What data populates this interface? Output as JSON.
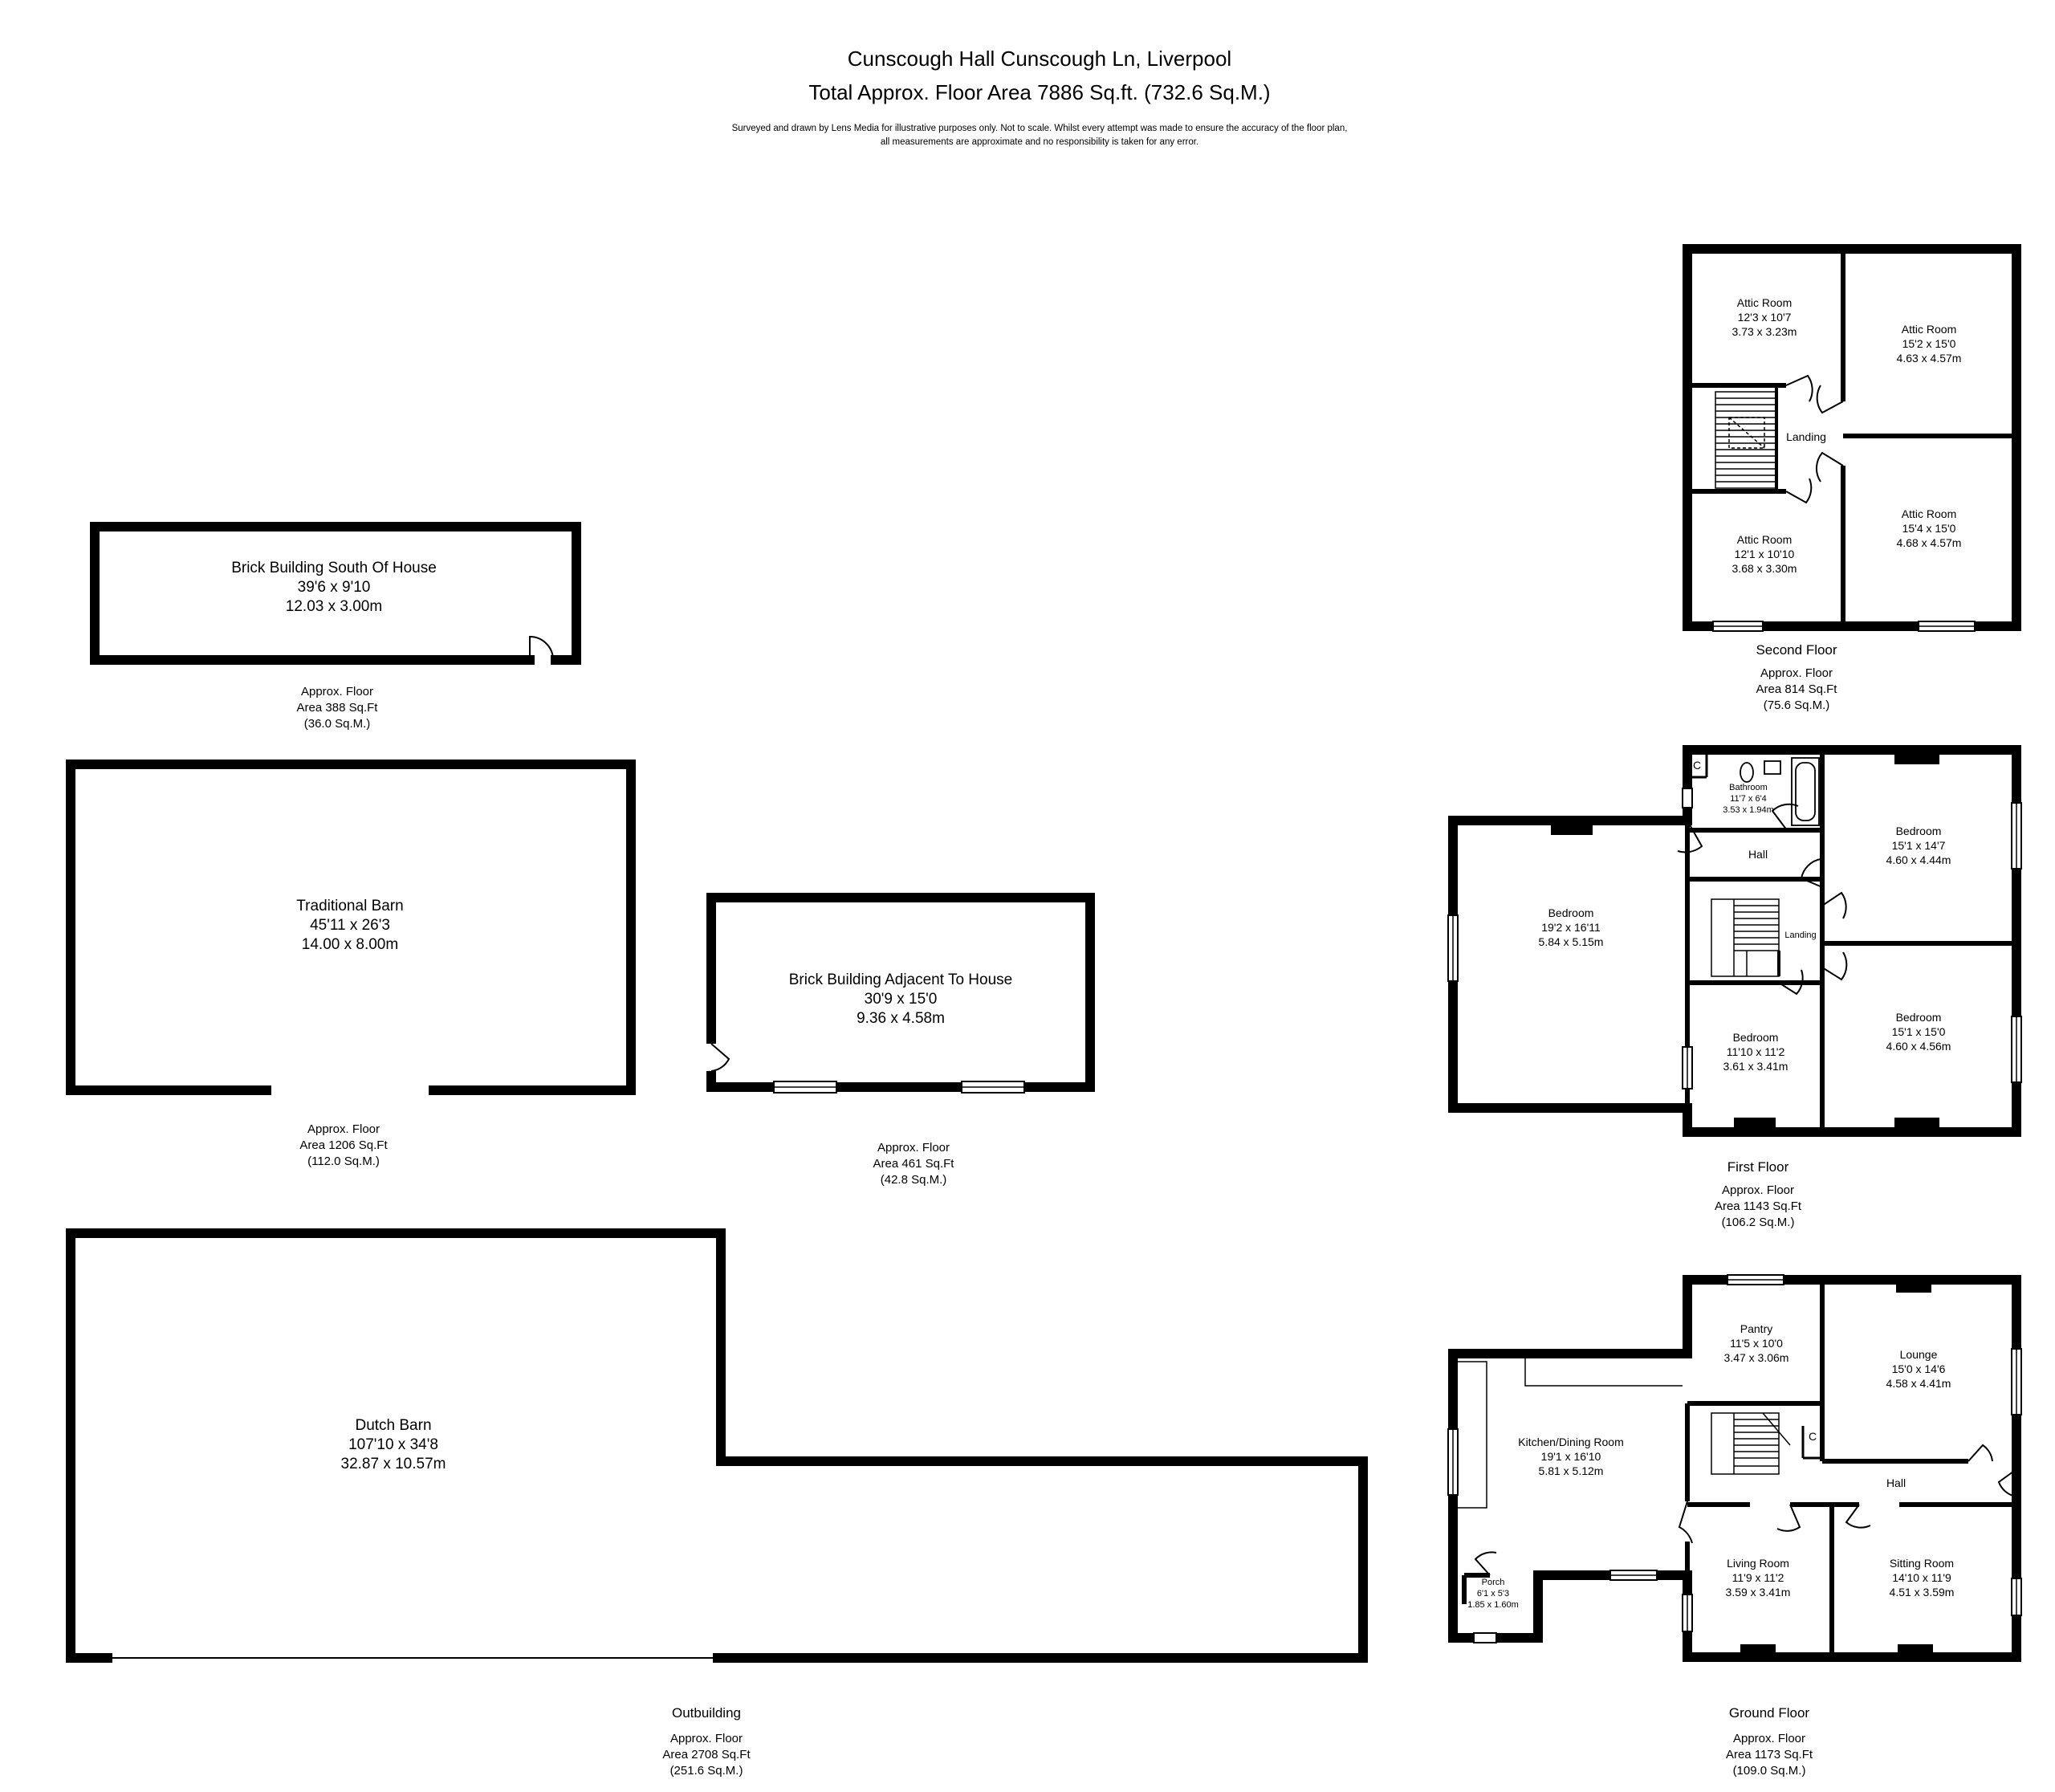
{
  "header": {
    "title_line1": "Cunscough Hall Cunscough Ln, Liverpool",
    "title_line2": "Total Approx. Floor Area 7886 Sq.ft. (732.6 Sq.M.)",
    "disclaimer_line1": "Surveyed and drawn by Lens Media for illustrative purposes only. Not to scale. Whilst every attempt was made to ensure the accuracy of the floor plan,",
    "disclaimer_line2": "all measurements are approximate and no responsibility is taken for any error."
  },
  "outbuildings": {
    "brick_south": {
      "name": "Brick Building South Of House",
      "imperial": "39'6 x 9'10",
      "metric": "12.03 x 3.00m"
    },
    "brick_south_area": {
      "line1": "Approx. Floor",
      "line2": "Area 388 Sq.Ft",
      "line3": "(36.0 Sq.M.)"
    },
    "traditional_barn": {
      "name": "Traditional Barn",
      "imperial": "45'11 x 26'3",
      "metric": "14.00 x 8.00m"
    },
    "traditional_barn_area": {
      "line1": "Approx. Floor",
      "line2": "Area 1206 Sq.Ft",
      "line3": "(112.0 Sq.M.)"
    },
    "brick_adjacent": {
      "name": "Brick Building Adjacent To House",
      "imperial": "30'9 x 15'0",
      "metric": "9.36 x 4.58m"
    },
    "brick_adjacent_area": {
      "line1": "Approx. Floor",
      "line2": "Area 461 Sq.Ft",
      "line3": "(42.8 Sq.M.)"
    },
    "dutch_barn": {
      "name": "Dutch Barn",
      "imperial": "107'10 x 34'8",
      "metric": "32.87 x 10.57m"
    },
    "label": "Outbuilding",
    "area": {
      "line1": "Approx. Floor",
      "line2": "Area 2708 Sq.Ft",
      "line3": "(251.6 Sq.M.)"
    }
  },
  "second_floor": {
    "label": "Second Floor",
    "area": {
      "line1": "Approx. Floor",
      "line2": "Area 814 Sq.Ft",
      "line3": "(75.6 Sq.M.)"
    },
    "attic_tl": {
      "name": "Attic Room",
      "imperial": "12'3 x 10'7",
      "metric": "3.73 x 3.23m"
    },
    "attic_tr": {
      "name": "Attic Room",
      "imperial": "15'2 x 15'0",
      "metric": "4.63 x 4.57m"
    },
    "attic_bl": {
      "name": "Attic Room",
      "imperial": "12'1 x 10'10",
      "metric": "3.68 x 3.30m"
    },
    "attic_br": {
      "name": "Attic Room",
      "imperial": "15'4 x 15'0",
      "metric": "4.68 x 4.57m"
    },
    "landing": "Landing"
  },
  "first_floor": {
    "label": "First Floor",
    "area": {
      "line1": "Approx. Floor",
      "line2": "Area 1143 Sq.Ft",
      "line3": "(106.2 Sq.M.)"
    },
    "cupboard": "C",
    "bathroom": {
      "name": "Bathroom",
      "imperial": "11'7 x 6'4",
      "metric": "3.53 x 1.94m"
    },
    "hall": "Hall",
    "landing": "Landing",
    "bedroom_left": {
      "name": "Bedroom",
      "imperial": "19'2 x 16'11",
      "metric": "5.84 x 5.15m"
    },
    "bedroom_tr": {
      "name": "Bedroom",
      "imperial": "15'1 x 14'7",
      "metric": "4.60 x 4.44m"
    },
    "bedroom_br": {
      "name": "Bedroom",
      "imperial": "15'1 x 15'0",
      "metric": "4.60 x 4.56m"
    },
    "bedroom_bl": {
      "name": "Bedroom",
      "imperial": "11'10 x 11'2",
      "metric": "3.61 x 3.41m"
    }
  },
  "ground_floor": {
    "label": "Ground Floor",
    "area": {
      "line1": "Approx. Floor",
      "line2": "Area 1173 Sq.Ft",
      "line3": "(109.0 Sq.M.)"
    },
    "pantry": {
      "name": "Pantry",
      "imperial": "11'5 x 10'0",
      "metric": "3.47 x 3.06m"
    },
    "lounge": {
      "name": "Lounge",
      "imperial": "15'0 x 14'6",
      "metric": "4.58 x 4.41m"
    },
    "kitchen": {
      "name": "Kitchen/Dining Room",
      "imperial": "19'1 x 16'10",
      "metric": "5.81 x 5.12m"
    },
    "cupboard": "C",
    "hall": "Hall",
    "living": {
      "name": "Living Room",
      "imperial": "11'9 x 11'2",
      "metric": "3.59 x 3.41m"
    },
    "sitting": {
      "name": "Sitting Room",
      "imperial": "14'10 x 11'9",
      "metric": "4.51 x 3.59m"
    },
    "porch": {
      "name": "Porch",
      "imperial": "6'1 x 5'3",
      "metric": "1.85 x 1.60m"
    }
  }
}
